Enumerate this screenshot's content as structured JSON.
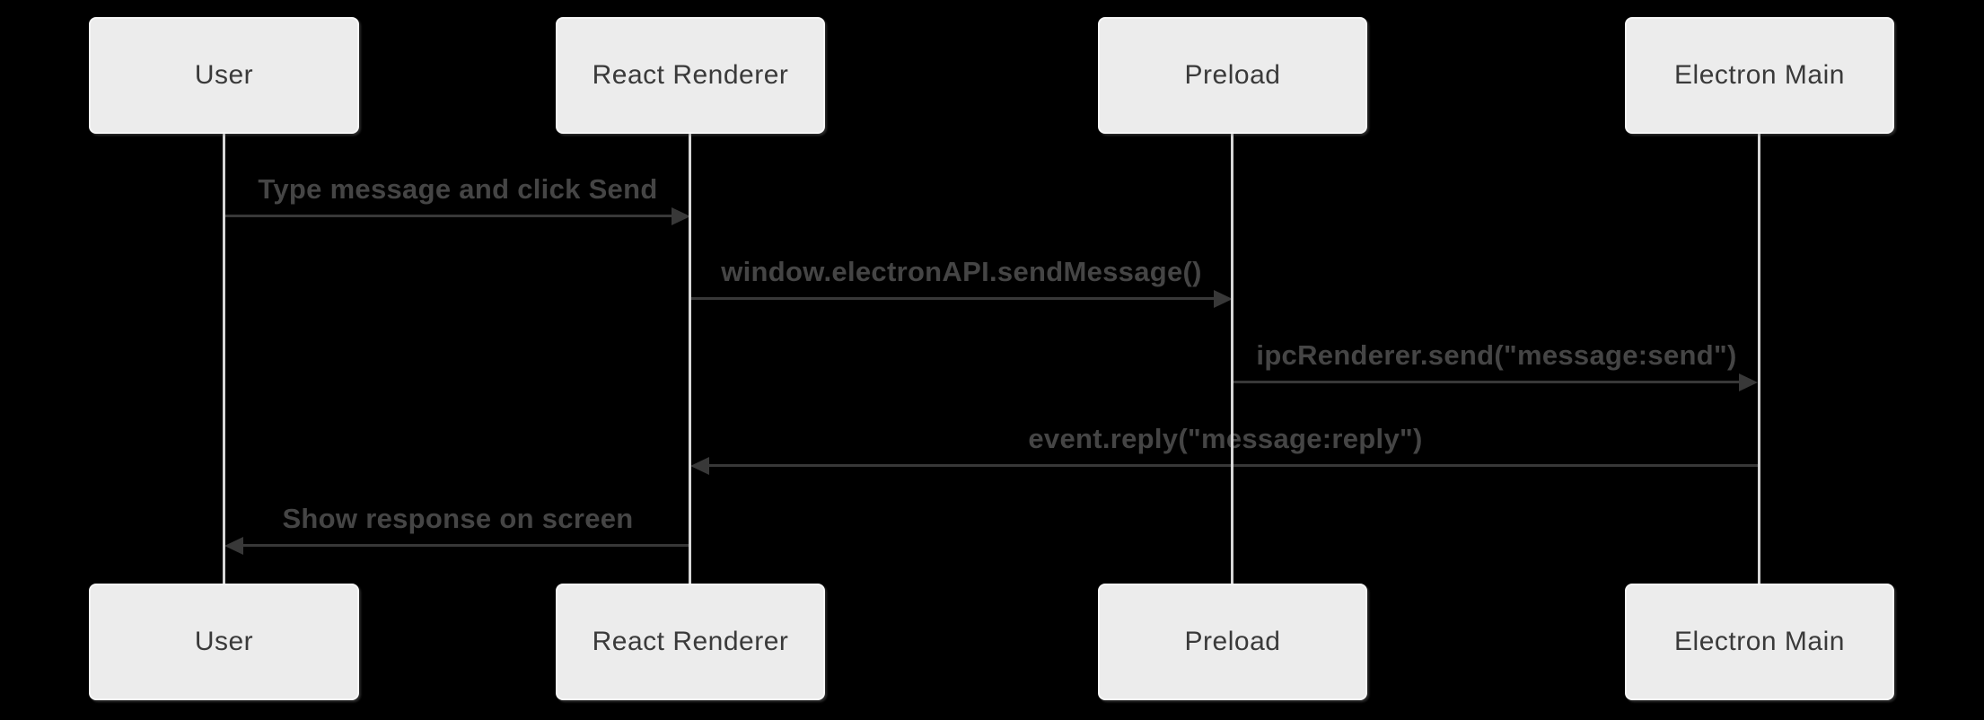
{
  "diagram": {
    "kind": "sequence-diagram",
    "background_color": "#000000",
    "actors": [
      {
        "id": "user",
        "label": "User"
      },
      {
        "id": "react-renderer",
        "label": "React Renderer"
      },
      {
        "id": "preload",
        "label": "Preload"
      },
      {
        "id": "electron-main",
        "label": "Electron Main"
      }
    ],
    "messages": [
      {
        "from": "user",
        "to": "react-renderer",
        "label": "Type message and click Send",
        "line": "solid",
        "direction": "right"
      },
      {
        "from": "react-renderer",
        "to": "preload",
        "label": "window.electronAPI.sendMessage()",
        "line": "solid",
        "direction": "right"
      },
      {
        "from": "preload",
        "to": "electron-main",
        "label": "ipcRenderer.send(\"message:send\")",
        "line": "solid",
        "direction": "right"
      },
      {
        "from": "electron-main",
        "to": "react-renderer",
        "label": "event.reply(\"message:reply\")",
        "line": "solid",
        "direction": "left"
      },
      {
        "from": "react-renderer",
        "to": "user",
        "label": "Show response on screen",
        "line": "solid",
        "direction": "left"
      }
    ],
    "colors": {
      "actor_fill": "#ececec",
      "actor_border": "#f6f6f6",
      "actor_text": "#3a3a3a",
      "lifeline": "#d6d6d6",
      "arrow": "#383838",
      "message_text": "#454545"
    }
  }
}
